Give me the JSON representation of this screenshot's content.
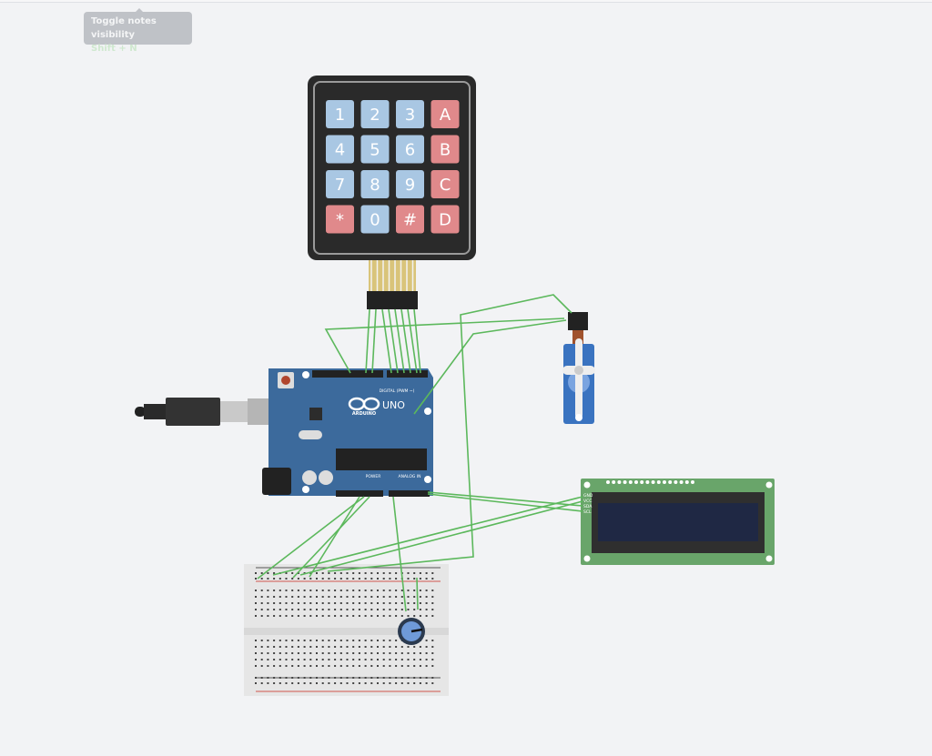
{
  "tooltip": {
    "title": "Toggle notes visibility",
    "shortcut": "Shift + N"
  },
  "keypad": {
    "keys": [
      "1",
      "2",
      "3",
      "A",
      "4",
      "5",
      "6",
      "B",
      "7",
      "8",
      "9",
      "C",
      "*",
      "0",
      "#",
      "D"
    ],
    "colors": {
      "number": "#a9c7e3",
      "letter": "#e0898b",
      "body": "#2a2a2a"
    }
  },
  "arduino": {
    "brand": "ARDUINO",
    "model": "UNO",
    "digital_label": "DIGITAL (PWM ~)",
    "power_label": "POWER",
    "analog_label": "ANALOG IN",
    "color": "#3c6a9c"
  },
  "lcd": {
    "pins": [
      "GND",
      "VCC",
      "SDA",
      "SCL"
    ],
    "board_color": "#69a56a",
    "screen_color": "#1f2844"
  },
  "wire_color": "#5cb85c"
}
